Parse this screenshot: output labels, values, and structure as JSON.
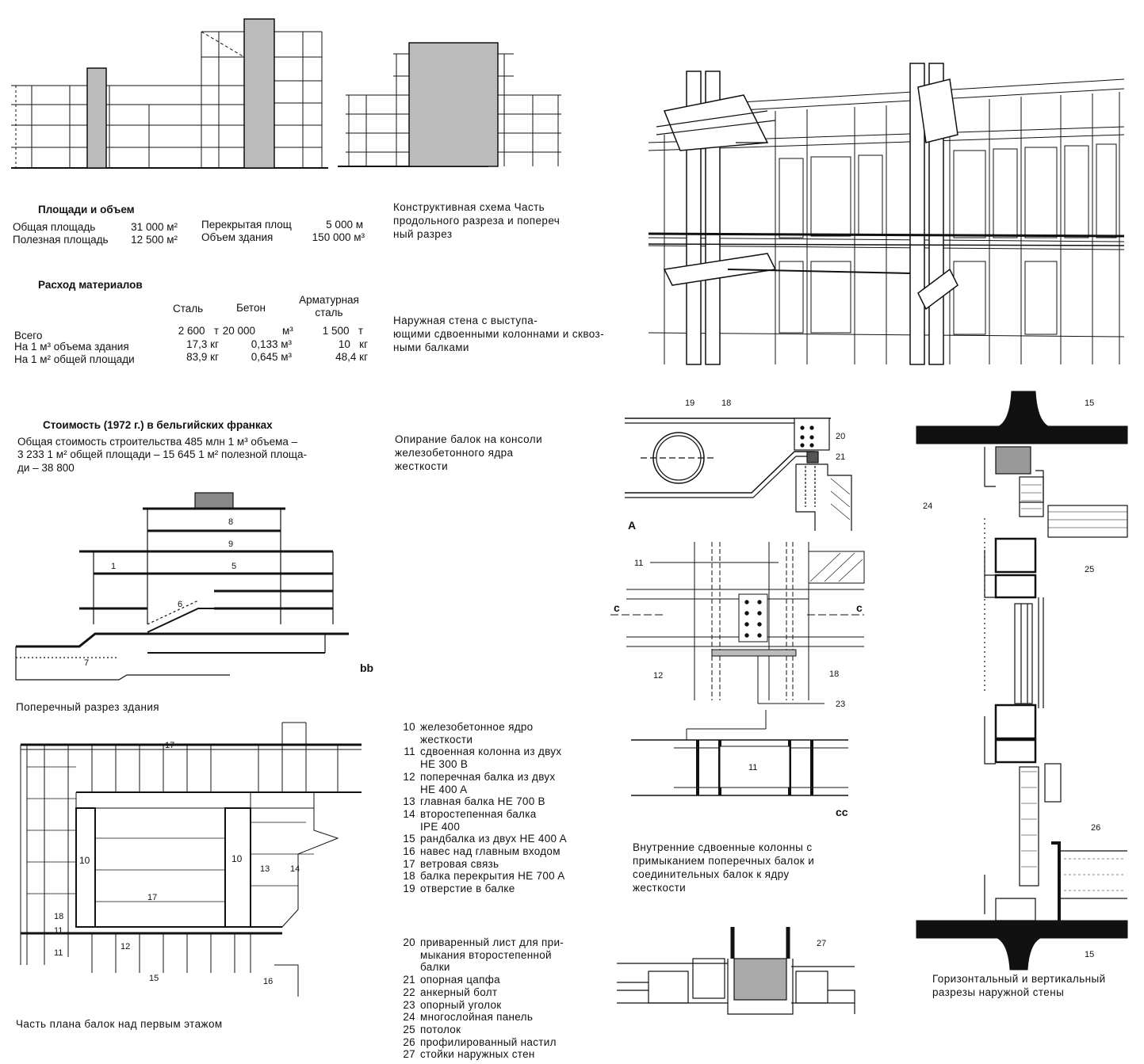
{
  "areas": {
    "heading": "Площади и объем",
    "left": [
      {
        "label": "Общая площадь",
        "value": "31 000 м²"
      },
      {
        "label": "Полезная площадь",
        "value": "12 500 м²"
      }
    ],
    "right": [
      {
        "label": "Перекрытая площ",
        "value": "5 000 м"
      },
      {
        "label": "Объем здания",
        "value": "150 000 м³"
      }
    ]
  },
  "materials": {
    "heading": "Расход материалов",
    "col_steel": "Сталь",
    "col_concrete": "Бетон",
    "col_rebar": "Арматурная сталь",
    "rows": [
      {
        "label": "Всего",
        "steel": "2 600   т",
        "concrete": "20 000",
        "cunit": "м³",
        "rebar": "1 500   т"
      },
      {
        "label": "На 1 м³ объема здания",
        "steel": "17,3 кг",
        "concrete": "0,133 м³",
        "cunit": "",
        "rebar": "10   кг"
      },
      {
        "label": "На 1 м² общей площади",
        "steel": "83,9 кг",
        "concrete": "0,645 м³",
        "cunit": "",
        "rebar": "48,4 кг"
      }
    ]
  },
  "cost": {
    "heading": "Стоимость (1972 г.) в бельгийских франках",
    "line1": "Общая стоимость строительства 485 млн  1 м³ объема –",
    "line2": "3 233  1 м² общей площади – 15 645  1 м² полезной площа-",
    "line3": "ди – 38 800"
  },
  "captions": {
    "scheme": [
      "Конструктивная схема  Часть",
      "продольного разреза и попереч",
      "ный разрез"
    ],
    "outer_wall": [
      "Наружная стена с выступа-",
      "ющими сдвоенными колоннами и сквоз-",
      "ными балками"
    ],
    "support": [
      "Опирание балок на консоли",
      "железобетонного ядра",
      "жесткости"
    ],
    "cross_section": "Поперечный разрез здания",
    "beam_plan": "Часть плана балок над первым этажом",
    "inner_columns": [
      "Внутренние сдвоенные колонны с",
      "примыканием поперечных балок и",
      "соединительных балок к ядру",
      "жесткости"
    ],
    "wall_sections": [
      "Горизонтальный и вертикальный",
      "разрезы наружной стены"
    ]
  },
  "legend1": [
    {
      "n": "10",
      "lines": [
        "железобетонное ядро",
        "жесткости"
      ]
    },
    {
      "n": "11",
      "lines": [
        "сдвоенная колонна из двух",
        "HE 300 B"
      ]
    },
    {
      "n": "12",
      "lines": [
        "поперечная балка из двух",
        "HE 400 A"
      ]
    },
    {
      "n": "13",
      "lines": [
        "главная балка HE 700 B"
      ]
    },
    {
      "n": "14",
      "lines": [
        "второстепенная балка",
        "IPE 400"
      ]
    },
    {
      "n": "15",
      "lines": [
        "рандбалка из двух HE 400 A"
      ]
    },
    {
      "n": "16",
      "lines": [
        "навес над главным входом"
      ]
    },
    {
      "n": "17",
      "lines": [
        "ветровая связь"
      ]
    },
    {
      "n": "18",
      "lines": [
        "балка перекрытия HE 700 A"
      ]
    },
    {
      "n": "19",
      "lines": [
        "отверстие в балке"
      ]
    }
  ],
  "legend2": [
    {
      "n": "20",
      "lines": [
        "приваренный лист для при-",
        "мыкания второстепенной",
        "балки"
      ]
    },
    {
      "n": "21",
      "lines": [
        "опорная цапфа"
      ]
    },
    {
      "n": "22",
      "lines": [
        "анкерный болт"
      ]
    },
    {
      "n": "23",
      "lines": [
        "опорный уголок"
      ]
    },
    {
      "n": "24",
      "lines": [
        "многослойная панель"
      ]
    },
    {
      "n": "25",
      "lines": [
        "потолок"
      ]
    },
    {
      "n": "26",
      "lines": [
        "профилированный настил"
      ]
    },
    {
      "n": "27",
      "lines": [
        "стойки наружных стен"
      ]
    }
  ],
  "drawing_labels": {
    "bb": "bb",
    "cc": "cc",
    "A": "A",
    "c_left": "c",
    "c_right": "c",
    "s8": "8",
    "s9": "9",
    "s1": "1",
    "s5": "5",
    "s6": "6",
    "s7": "7",
    "p17a": "17",
    "p17b": "17",
    "p10a": "10",
    "p10b": "10",
    "p13": "13",
    "p14": "14",
    "p18": "18",
    "p11a": "11",
    "p11b": "11",
    "p12": "12",
    "p15": "15",
    "p16": "16",
    "d19": "19",
    "d18": "18",
    "d20": "20",
    "d21": "21",
    "e11": "11",
    "e12": "12",
    "e18": "18",
    "e23": "23",
    "f11": "11",
    "w15a": "15",
    "w15b": "15",
    "w24": "24",
    "w25": "25",
    "w26": "26",
    "g27": "27"
  }
}
